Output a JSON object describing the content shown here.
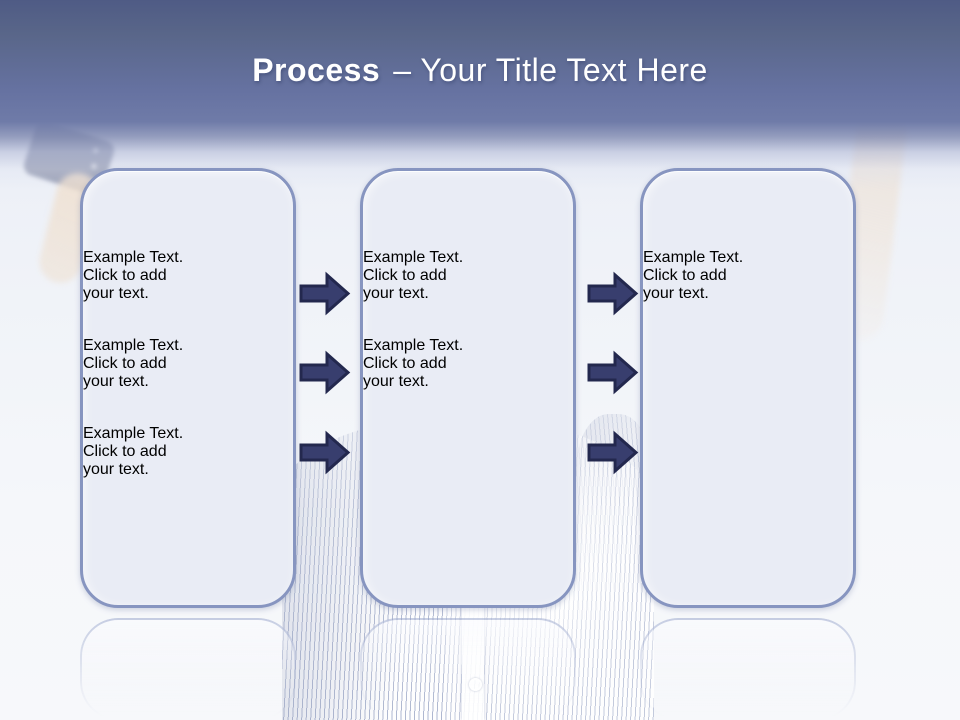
{
  "title": {
    "keyword": "Process",
    "subtitle": "– Your Title Text Here"
  },
  "boxes": [
    {
      "name": "process-step-1",
      "paragraphs": [
        {
          "lines": [
            "Example Text.",
            "Click  to add",
            "your text."
          ]
        },
        {
          "lines": [
            "Example Text.",
            "Click  to add",
            "your text."
          ]
        },
        {
          "lines": [
            "Example Text.",
            "Click  to add",
            "your text."
          ]
        }
      ]
    },
    {
      "name": "process-step-2",
      "paragraphs": [
        {
          "lines": [
            "Example Text.",
            "Click  to add",
            "your text."
          ]
        },
        {
          "lines": [
            "Example Text.",
            "Click  to add",
            "your text."
          ]
        }
      ]
    },
    {
      "name": "process-step-3",
      "paragraphs": [
        {
          "lines": [
            "Example Text.",
            "Click  to add",
            "your text."
          ]
        }
      ]
    }
  ],
  "arrows": {
    "icon": "right-block-arrow",
    "groups": [
      {
        "position": "between-box-1-and-2",
        "count": 3
      },
      {
        "position": "between-box-2-and-3",
        "count": 3
      }
    ]
  },
  "background": {
    "description": "faint photo of person in pinstriped shirt with hands on hips"
  },
  "colors": {
    "header_top": "#4F5B85",
    "header_mid": "#6672A1",
    "box_fill": "#E9ECF5",
    "box_border": "#8795C0",
    "arrow_fill": "#383E6E",
    "arrow_stroke": "#23284E",
    "title_color": "#FFFFFF",
    "body_text": "#14141E"
  }
}
